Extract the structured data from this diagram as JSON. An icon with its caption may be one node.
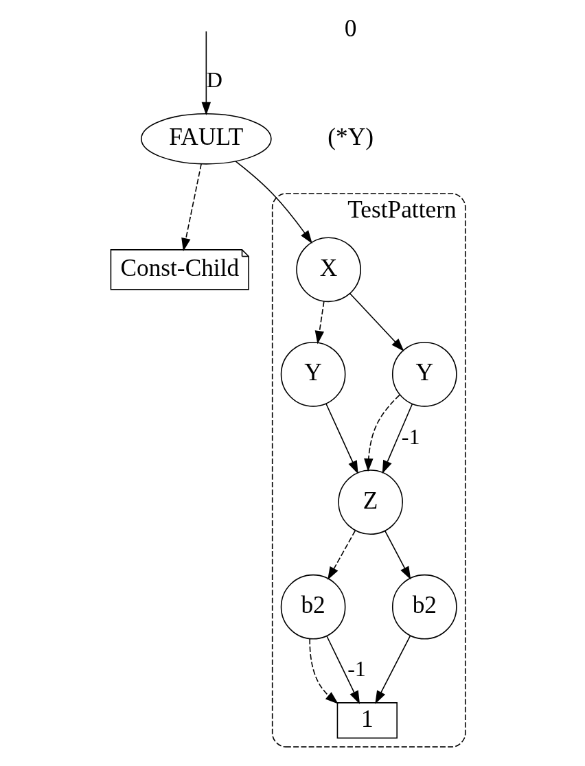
{
  "diagram": {
    "nodes": [
      {
        "text": [
          "FAULT"
        ]
      },
      {
        "text": [
          "Const-Child"
        ]
      },
      {
        "text": [
          "TestPattern"
        ]
      },
      {
        "text": [
          "X"
        ],
        "in": 2
      },
      {
        "text": [
          "Y"
        ],
        "in": 2
      },
      {
        "text": [
          "Y"
        ],
        "in": 2
      },
      {
        "text": [
          "Z"
        ],
        "in": 2
      },
      {
        "text": [
          "b2"
        ],
        "in": 2
      },
      {
        "text": [
          "b2"
        ],
        "in": 2
      },
      {
        "text": [
          "1"
        ],
        "in": 2
      }
    ],
    "edges": [
      {
        "from": null,
        "to": 0,
        "arrow": "to",
        "label": "D"
      },
      {
        "from": 0,
        "to": 1,
        "arrow": "to",
        "style": "dashed"
      },
      {
        "from": 0,
        "to": 3,
        "arrow": "to"
      },
      {
        "from": 3,
        "to": 4,
        "arrow": "to",
        "style": "dashed"
      },
      {
        "from": 3,
        "to": 5,
        "arrow": "to"
      },
      {
        "from": 4,
        "to": 6,
        "arrow": "to"
      },
      {
        "from": 5,
        "to": 6,
        "arrow": "to",
        "style": "dashed"
      },
      {
        "from": 5,
        "to": 6,
        "arrow": "to",
        "label": "-1"
      },
      {
        "from": 6,
        "to": 7,
        "arrow": "to",
        "style": "dashed"
      },
      {
        "from": 6,
        "to": 8,
        "arrow": "to"
      },
      {
        "from": 7,
        "to": 9,
        "arrow": "to",
        "style": "dashed"
      },
      {
        "from": 7,
        "to": 9,
        "arrow": "to",
        "label": "-1"
      },
      {
        "from": 8,
        "to": 9,
        "arrow": "to"
      }
    ],
    "labels": [
      "0",
      "(*Y)"
    ]
  }
}
